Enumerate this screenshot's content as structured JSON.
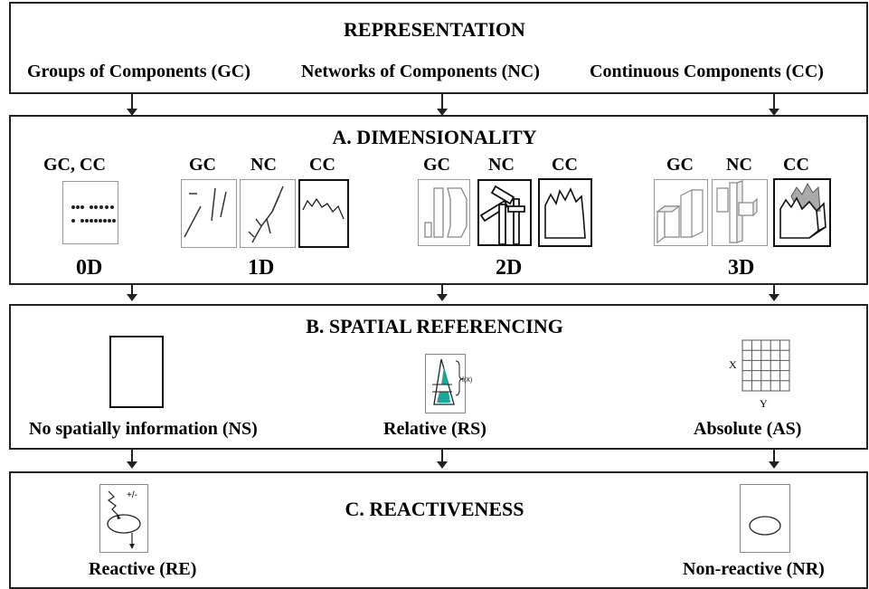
{
  "representation": {
    "title": "REPRESENTATION",
    "items": [
      "Groups of Components (GC)",
      "Networks of Components (NC)",
      "Continuous Components (CC)"
    ]
  },
  "dimensionality": {
    "title": "A. DIMENSIONALITY",
    "groups": [
      {
        "dim": "0D",
        "labels": [
          "GC, CC"
        ]
      },
      {
        "dim": "1D",
        "labels": [
          "GC",
          "NC",
          "CC"
        ]
      },
      {
        "dim": "2D",
        "labels": [
          "GC",
          "NC",
          "CC"
        ]
      },
      {
        "dim": "3D",
        "labels": [
          "GC",
          "NC",
          "CC"
        ]
      }
    ]
  },
  "spatial": {
    "title": "B. SPATIAL REFERENCING",
    "items": [
      "No spatially information (NS)",
      "Relative (RS)",
      "Absolute (AS)"
    ],
    "relative_icon_text": "f(X)",
    "absolute_icon_axes": {
      "x": "X",
      "y": "Y"
    }
  },
  "reactiveness": {
    "title": "C. REACTIVENESS",
    "items": [
      "Reactive (RE)",
      "Non-reactive (NR)"
    ],
    "reactive_icon_text": "+/-"
  },
  "colors": {
    "border": "#222222",
    "accent": "#1ba79a",
    "shade": "#aaaaaa"
  }
}
